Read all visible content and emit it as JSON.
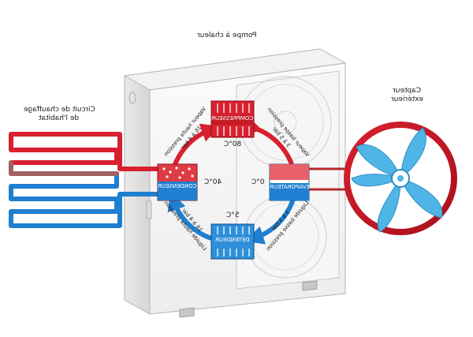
{
  "title": "Pompe à chaleur",
  "left_label_line1": "Circuit de chauffage",
  "left_label_line2": "de l'habitat",
  "right_label_line1": "Capteur",
  "right_label_line2": "extérieur",
  "compressor_label": "COMPRESSEUR",
  "condenser_label": "CONDENSEUR",
  "evaporator_label": "EVAPORATEUR",
  "expander_label": "DÉTENDEUR",
  "temp_compressor": "80°C",
  "temp_condenser": "40°C",
  "temp_evaporator": "0°C",
  "temp_expander": "5°C",
  "flow_top_left_1": "Vapeur haute pression",
  "flow_top_left_2": "16 à 4 bar",
  "flow_top_right_1": "Vapeur basse pression",
  "flow_top_right_2": "3 à 5 bar",
  "flow_bottom_left_1": "16 à 4 bar",
  "flow_bottom_left_2": "Liquide haute pression",
  "flow_bottom_right_1": "3 à 5 bar",
  "flow_bottom_right_2": "Liquide basse pression",
  "colors": {
    "hot": "#d8202f",
    "cold": "#1f7fd0",
    "fan": "#4fb5e6",
    "unit": "#f4f4f4"
  }
}
